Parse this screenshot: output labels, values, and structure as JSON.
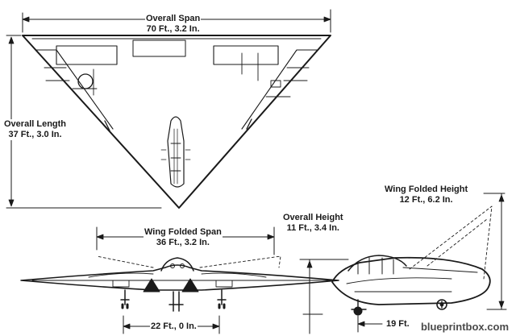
{
  "labels": {
    "overall_span": {
      "title": "Overall Span",
      "value": "70 Ft., 3.2 In."
    },
    "overall_length": {
      "title": "Overall Length",
      "value": "37 Ft., 3.0 In."
    },
    "wing_folded_span": {
      "title": "Wing Folded Span",
      "value": "36 Ft., 3.2 In."
    },
    "overall_height": {
      "title": "Overall Height",
      "value": "11 Ft., 3.4 In."
    },
    "wing_folded_height": {
      "title": "Wing Folded Height",
      "value": "12 Ft., 6.2 In."
    },
    "track": {
      "value": "22 Ft., 0 In."
    },
    "wheelbase": {
      "value": "19 Ft."
    }
  },
  "watermark": "blueprintbox.com"
}
